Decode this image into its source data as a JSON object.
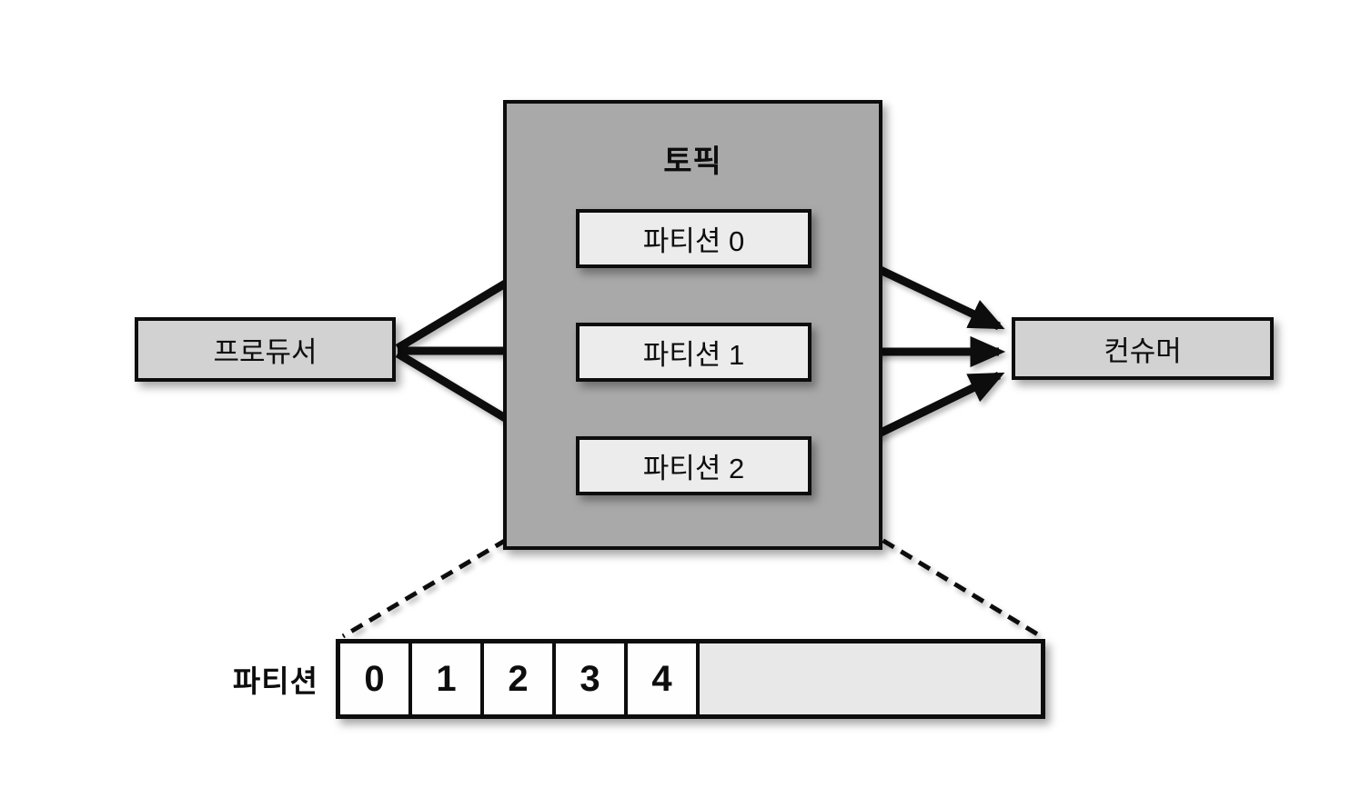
{
  "producer": {
    "label": "프로듀서"
  },
  "consumer": {
    "label": "컨슈머"
  },
  "topic": {
    "label": "토픽",
    "partitions": [
      {
        "label": "파티션 0"
      },
      {
        "label": "파티션 1"
      },
      {
        "label": "파티션 2"
      }
    ]
  },
  "partition_detail": {
    "label": "파티션",
    "offsets": [
      "0",
      "1",
      "2",
      "3",
      "4"
    ]
  },
  "colors": {
    "topic_fill": "#a9a9a9",
    "partition_fill": "#ececec",
    "endpoint_fill": "#d2d2d2",
    "cell_fill": "#fefefe",
    "log_tail_fill": "#e8e8e8",
    "line_color": "#0d0d0d"
  }
}
